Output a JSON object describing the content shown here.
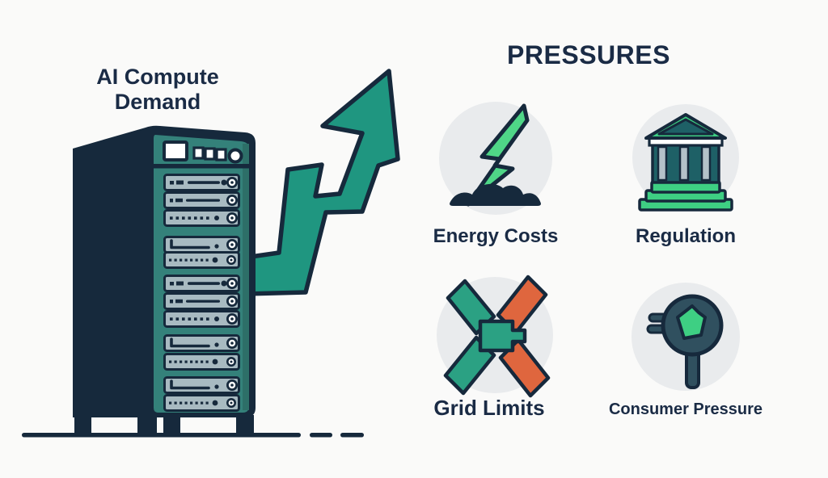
{
  "palette": {
    "navy_outline": "#16293c",
    "text_navy": "#1a2b45",
    "server_teal": "#34817a",
    "server_teal_shade": "#2d6f68",
    "arrow_green": "#1f9680",
    "bright_green": "#4fd687",
    "step_green": "#3ecf83",
    "x_green": "#2ba183",
    "x_orange": "#df663e",
    "tray_gray": "#a8bac1",
    "column_gray": "#b4c1c9",
    "icon_circle_bg": "#e9ebed",
    "slate": "#30505f",
    "building_teal": "#1e6066",
    "background": "#fafaf9"
  },
  "left_section": {
    "title_line1": "AI Compute",
    "title_line2": "Demand",
    "illustration_icons": [
      "server-rack-icon",
      "growth-arrow-icon"
    ]
  },
  "right_section": {
    "title": "PRESSURES",
    "items": [
      {
        "label": "Energy Costs",
        "icon": "lightning-bolt-icon"
      },
      {
        "label": "Regulation",
        "icon": "government-building-icon"
      },
      {
        "label": "Grid Limits",
        "icon": "x-mark-icon"
      },
      {
        "label": "Consumer Pressure",
        "icon": "magnifying-glass-icon"
      }
    ]
  }
}
